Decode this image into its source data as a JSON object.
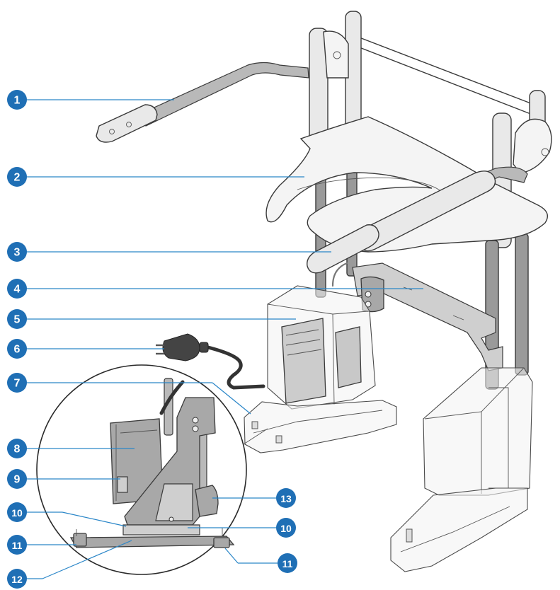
{
  "figure": {
    "callouts": [
      {
        "label": "1"
      },
      {
        "label": "2"
      },
      {
        "label": "3"
      },
      {
        "label": "4"
      },
      {
        "label": "5"
      },
      {
        "label": "6"
      },
      {
        "label": "7"
      },
      {
        "label": "8"
      },
      {
        "label": "9"
      },
      {
        "label": "10"
      },
      {
        "label": "10"
      },
      {
        "label": "11"
      },
      {
        "label": "11"
      },
      {
        "label": "12"
      },
      {
        "label": "13"
      }
    ]
  },
  "colors": {
    "callout": "#1f6fb5",
    "leader": "#2a86c8",
    "outline": "#3a3a3a"
  }
}
